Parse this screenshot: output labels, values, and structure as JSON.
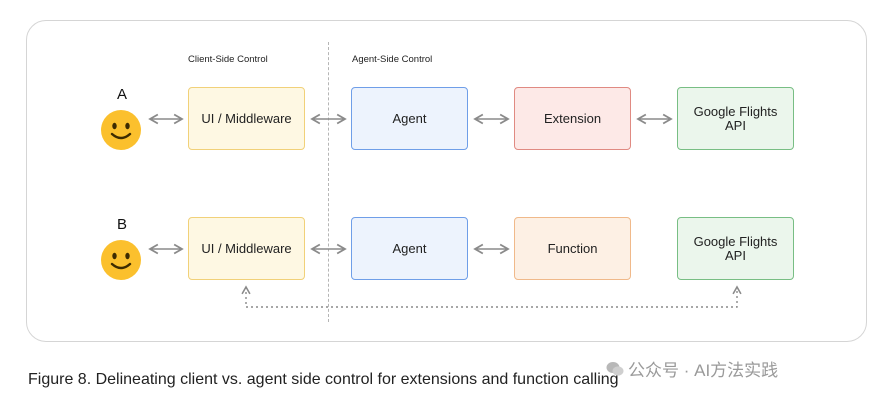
{
  "sections": {
    "client": "Client-Side Control",
    "agent": "Agent-Side Control"
  },
  "rows": [
    {
      "label": "A",
      "boxes": [
        "UI / Middleware",
        "Agent",
        "Extension",
        "Google Flights API"
      ]
    },
    {
      "label": "B",
      "boxes": [
        "UI / Middleware",
        "Agent",
        "Function",
        "Google Flights API"
      ]
    }
  ],
  "caption": "Figure 8. Delineating client vs. agent side control for extensions and function calling",
  "watermark": "公众号 · AI方法实践",
  "colors": {
    "ui_middleware": "#f1d179",
    "agent": "#6f9ee8",
    "extension": "#e08a82",
    "function": "#f0b98a",
    "google_flights_api": "#78be84",
    "arrow": "#8a8a8a"
  },
  "icons": [
    "smiley-icon",
    "double-arrow-icon",
    "dotted-loop-arrow-icon",
    "wechat-icon"
  ]
}
